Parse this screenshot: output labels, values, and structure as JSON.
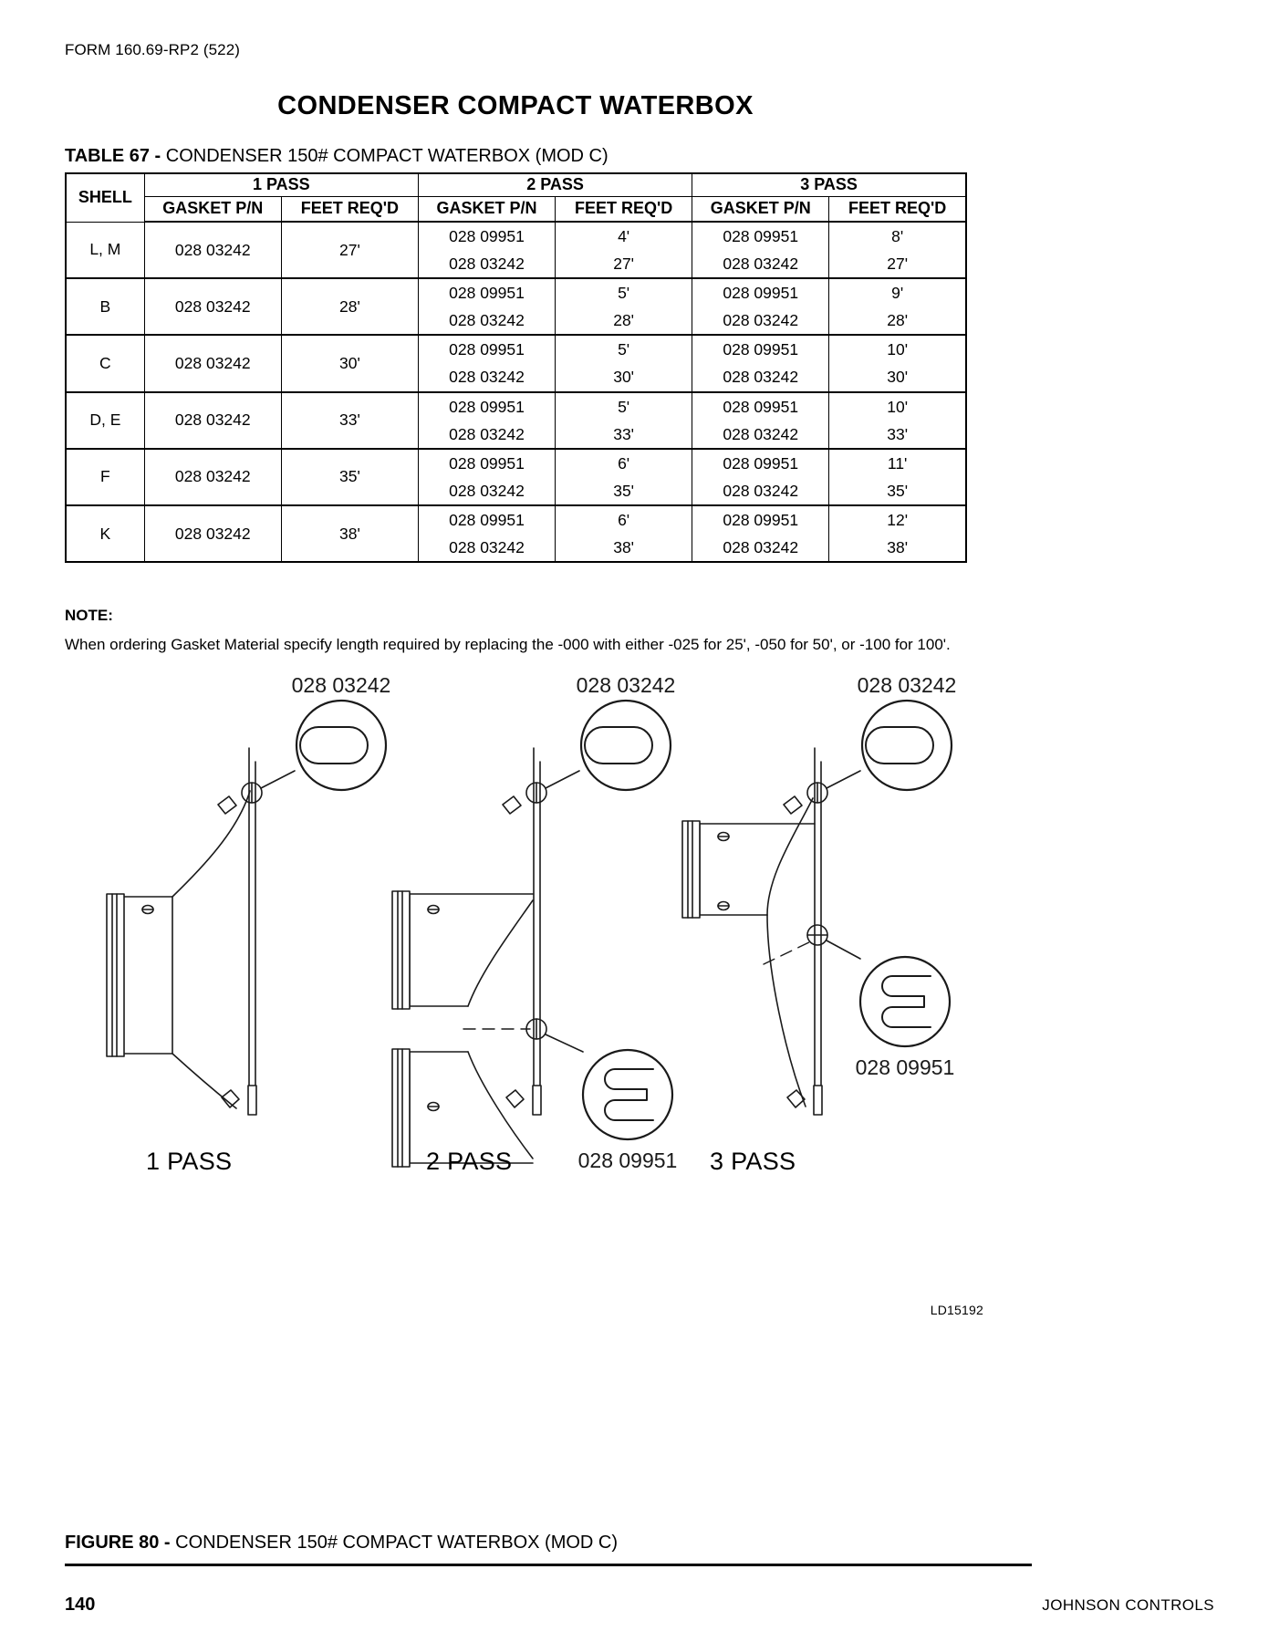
{
  "header": {
    "form_code": "FORM 160.69-RP2 (522)",
    "doc_title": "CONDENSER COMPACT WATERBOX"
  },
  "table": {
    "caption_label": "TABLE 67 - ",
    "caption_text": "CONDENSER 150# COMPACT WATERBOX (MOD C)",
    "group_headers": [
      "1 PASS",
      "2 PASS",
      "3 PASS"
    ],
    "shell_header": "SHELL",
    "sub_headers": {
      "gasket": "GASKET P/N",
      "feet": "FEET REQ'D"
    },
    "rows": [
      {
        "shell": "L, M",
        "p1_gasket": "028 03242",
        "p1_feet": "27'",
        "p2_gasket_a": "028 09951",
        "p2_gasket_b": "028 03242",
        "p2_feet_a": "4'",
        "p2_feet_b": "27'",
        "p3_gasket_a": "028 09951",
        "p3_gasket_b": "028 03242",
        "p3_feet_a": "8'",
        "p3_feet_b": "27'"
      },
      {
        "shell": "B",
        "p1_gasket": "028 03242",
        "p1_feet": "28'",
        "p2_gasket_a": "028 09951",
        "p2_gasket_b": "028 03242",
        "p2_feet_a": "5'",
        "p2_feet_b": "28'",
        "p3_gasket_a": "028 09951",
        "p3_gasket_b": "028 03242",
        "p3_feet_a": "9'",
        "p3_feet_b": "28'"
      },
      {
        "shell": "C",
        "p1_gasket": "028 03242",
        "p1_feet": "30'",
        "p2_gasket_a": "028 09951",
        "p2_gasket_b": "028 03242",
        "p2_feet_a": "5'",
        "p2_feet_b": "30'",
        "p3_gasket_a": "028 09951",
        "p3_gasket_b": "028 03242",
        "p3_feet_a": "10'",
        "p3_feet_b": "30'"
      },
      {
        "shell": "D, E",
        "p1_gasket": "028 03242",
        "p1_feet": "33'",
        "p2_gasket_a": "028 09951",
        "p2_gasket_b": "028 03242",
        "p2_feet_a": "5'",
        "p2_feet_b": "33'",
        "p3_gasket_a": "028 09951",
        "p3_gasket_b": "028 03242",
        "p3_feet_a": "10'",
        "p3_feet_b": "33'"
      },
      {
        "shell": "F",
        "p1_gasket": "028 03242",
        "p1_feet": "35'",
        "p2_gasket_a": "028 09951",
        "p2_gasket_b": "028 03242",
        "p2_feet_a": "6'",
        "p2_feet_b": "35'",
        "p3_gasket_a": "028 09951",
        "p3_gasket_b": "028 03242",
        "p3_feet_a": "11'",
        "p3_feet_b": "35'"
      },
      {
        "shell": "K",
        "p1_gasket": "028 03242",
        "p1_feet": "38'",
        "p2_gasket_a": "028 09951",
        "p2_gasket_b": "028 03242",
        "p2_feet_a": "6'",
        "p2_feet_b": "38'",
        "p3_gasket_a": "028 09951",
        "p3_gasket_b": "028 03242",
        "p3_feet_a": "12'",
        "p3_feet_b": "38'"
      }
    ]
  },
  "note": {
    "label": "NOTE:",
    "text": "When ordering Gasket Material specify length required by replacing the -000 with either -025 for 25', -050 for 50', or -100 for 100'."
  },
  "figure": {
    "callouts": {
      "d1_top": "028 03242",
      "d2_top": "028 03242",
      "d2_bottom": "028 09951",
      "d3_top": "028 03242",
      "d3_bottom": "028 09951"
    },
    "pass_labels": [
      "1 PASS",
      "2 PASS",
      "3 PASS"
    ],
    "ld_code": "LD15192",
    "caption_label": "FIGURE 80 - ",
    "caption_text": "CONDENSER 150# COMPACT WATERBOX (MOD C)"
  },
  "footer": {
    "page_number": "140",
    "brand": "JOHNSON CONTROLS"
  }
}
